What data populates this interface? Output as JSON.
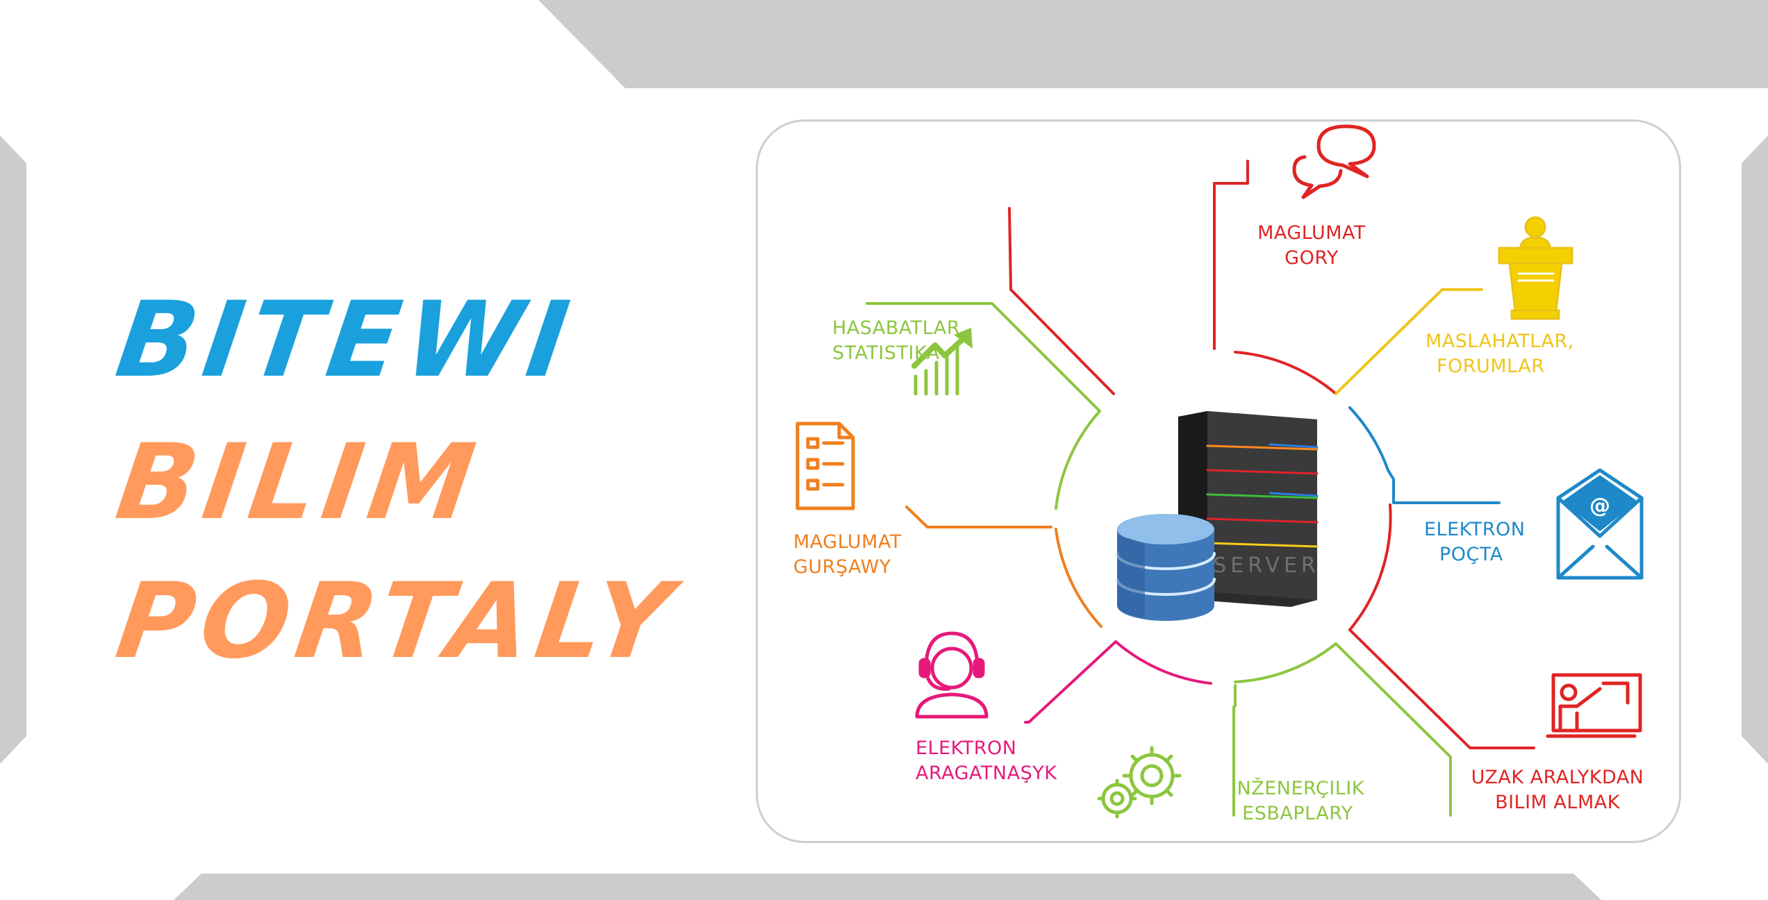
{
  "title": {
    "line1": "BITEWI",
    "line2": "BILIM",
    "line3": "PORTALY",
    "color1": "#1aa0dc",
    "color2": "#ff9a5c"
  },
  "frame_color": "#cccccc",
  "server_label": "SERVER",
  "items": [
    {
      "line1": "MAGLUMAT",
      "line2": "GORY",
      "color": "#e02424",
      "icon": "speech-bubbles-icon"
    },
    {
      "line1": "MASLAHATLAR,",
      "line2": "FORUMLAR",
      "color": "#f0c419",
      "icon": "podium-speaker-icon"
    },
    {
      "line1": "ELEKTRON",
      "line2": "POÇTA",
      "color": "#1e88c8",
      "icon": "email-envelope-icon"
    },
    {
      "line1": "UZAK ARALYKDAN",
      "line2": "BILIM ALMAK",
      "color": "#e02424",
      "icon": "teacher-board-icon"
    },
    {
      "line1": "INŽENERÇILIK",
      "line2": "ESBAPLARY",
      "color": "#8cc63f",
      "icon": "gears-icon"
    },
    {
      "line1": "ELEKTRON",
      "line2": "ARAGATNAŞYK",
      "color": "#e6197a",
      "icon": "headset-operator-icon"
    },
    {
      "line1": "MAGLUMAT",
      "line2": "GURŞAWY",
      "color": "#f07f1e",
      "icon": "document-list-icon"
    },
    {
      "line1": "HASABATLAR,",
      "line2": "STATISTIKA",
      "color": "#8cc63f",
      "icon": "growth-chart-icon"
    }
  ]
}
